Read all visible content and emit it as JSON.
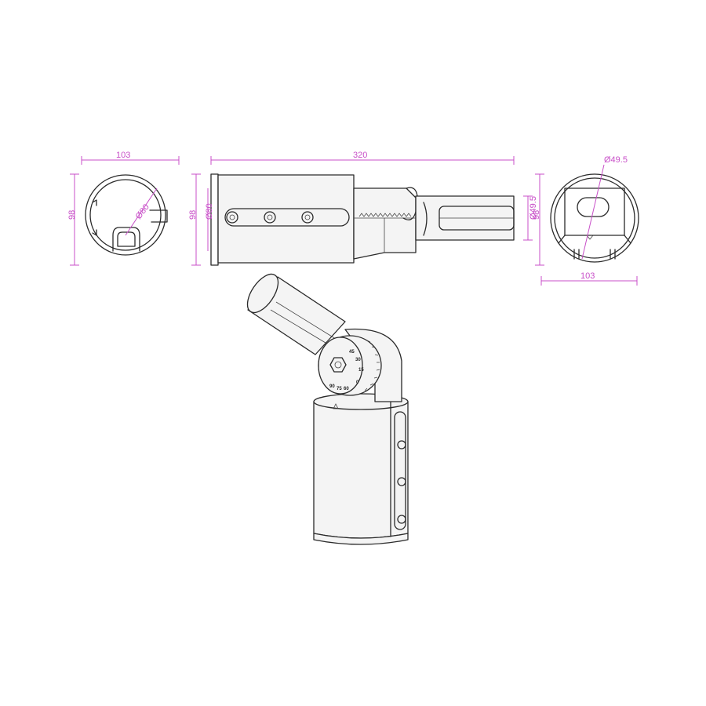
{
  "dimensions": {
    "left_view_width": "103",
    "left_view_height": "98",
    "left_view_inner_diameter": "Ø80",
    "side_view_length": "320",
    "side_view_height": "98",
    "side_view_flange_diameter": "Ø80",
    "side_view_arm_diameter": "Ø49.5",
    "right_view_height": "98",
    "right_view_width": "103",
    "right_view_hole_diameter": "Ø49.5"
  },
  "colors": {
    "dimension": "#c84fc8",
    "outline": "#2a2a2a"
  },
  "angle_scale_labels": [
    "0",
    "15",
    "30",
    "45",
    "60",
    "75",
    "90"
  ]
}
